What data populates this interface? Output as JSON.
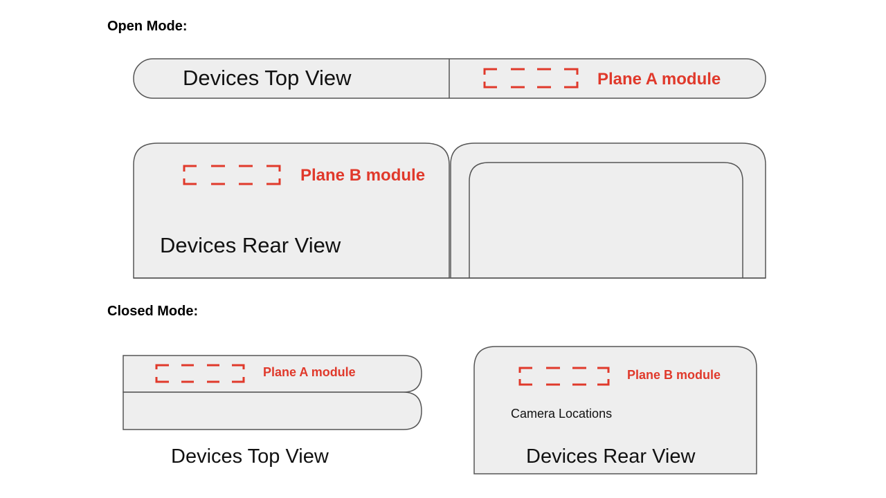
{
  "open_mode": {
    "heading": "Open Mode:",
    "top_view_label": "Devices Top View",
    "plane_a_label": "Plane A module",
    "rear_view_label": "Devices Rear View",
    "plane_b_label": "Plane B module"
  },
  "closed_mode": {
    "heading": "Closed Mode:",
    "top_view_label": "Devices Top View",
    "plane_a_label": "Plane A module",
    "rear_view_label": "Devices Rear View",
    "plane_b_label": "Plane B module",
    "camera_label": "Camera Locations"
  },
  "colors": {
    "device_fill": "#eeeeee",
    "device_stroke": "#555555",
    "module_red": "#e0392b"
  }
}
